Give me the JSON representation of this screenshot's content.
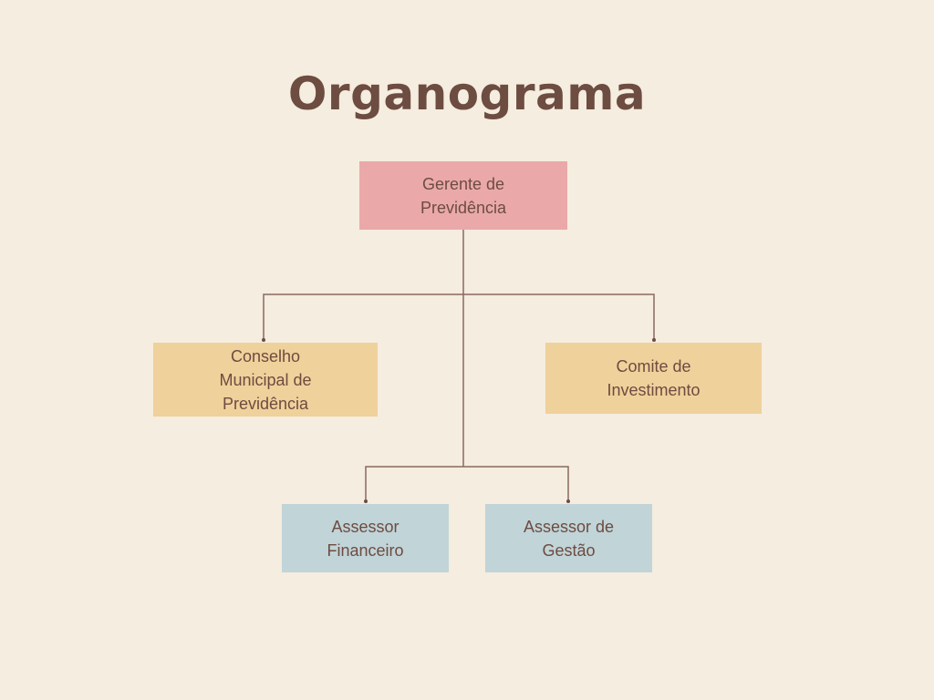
{
  "title": "Organograma",
  "colors": {
    "background": "#f5eddf",
    "text": "#6d4c41",
    "connector": "#7a5a50",
    "level1": "#eaa9a8",
    "level2": "#efd19b",
    "level3": "#c1d4d8"
  },
  "nodes": {
    "manager": "Gerente de\nPrevidência",
    "council": "Conselho\nMunicipal de\nPrevidência",
    "committee": "Comite de\nInvestimento",
    "financial_advisor": "Assessor\nFinanceiro",
    "management_advisor": "Assessor de\nGestão"
  },
  "edges": [
    {
      "from": "manager",
      "to": "council"
    },
    {
      "from": "manager",
      "to": "committee"
    },
    {
      "from": "manager",
      "to": "financial_advisor"
    },
    {
      "from": "manager",
      "to": "management_advisor"
    }
  ]
}
